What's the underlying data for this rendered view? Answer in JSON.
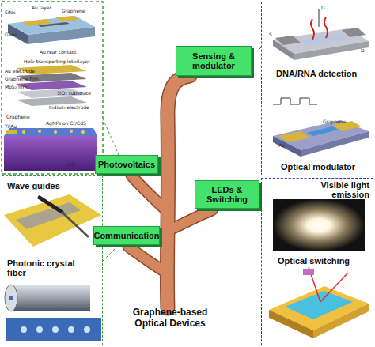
{
  "diagram": {
    "title": "Graphene-based Optical Devices",
    "nodes": [
      {
        "text": [
          "DNA/RNA detection",
          "Optical modulator"
        ]
      },
      {
        "text": [
          "Sensing & modulator"
        ]
      },
      {
        "text": [
          "Photovoltaics"
        ]
      },
      {
        "text": [
          "LEDs & Switching"
        ]
      },
      {
        "text": [
          "Visible light emission",
          "Optical switching"
        ]
      },
      {
        "text": [
          "Wave guides",
          "Photonic crystal fiber"
        ]
      },
      {
        "text": [
          "Communication"
        ]
      }
    ],
    "labels": [
      "Au layer",
      "Graphene",
      "SiNx",
      "GaAs",
      "Au rear contact",
      "Hole-transporting interlayer",
      "Au electrode",
      "Graphene film",
      "MoS₂ film",
      "SiO₂ substrate",
      "Indium electrode",
      "Graphene",
      "AgNPs on Cr/CdS",
      "Ti/Au",
      "n-Si",
      "G",
      "S",
      "D",
      "Au",
      "Graphene"
    ]
  }
}
